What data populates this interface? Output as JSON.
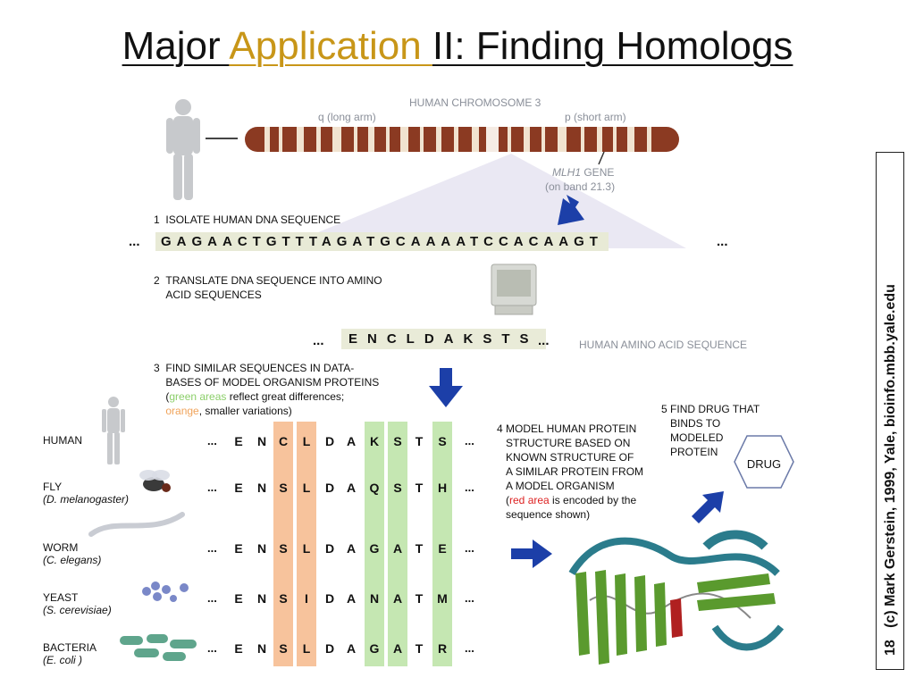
{
  "title": {
    "part1": "Major ",
    "part2": "Application ",
    "part3": "II: Finding Homologs"
  },
  "chromosome": {
    "label": "HUMAN CHROMOSOME 3",
    "q_arm": "q (long arm)",
    "p_arm": "p (short arm)",
    "gene_name": "MLH1",
    "gene_suffix": " GENE",
    "band": "(on band 21.3)"
  },
  "step1": {
    "num": "1",
    "text": "ISOLATE HUMAN DNA SEQUENCE"
  },
  "dna": {
    "left": "...",
    "sequence": "GAGAACTGTTTAGATGCAAAATCCACAAGT",
    "right": "..."
  },
  "step2": {
    "num": "2",
    "line1": "TRANSLATE DNA SEQUENCE INTO AMINO",
    "line2": "ACID SEQUENCES"
  },
  "amino": {
    "left": "...",
    "sequence": "ENCLDAKSTS",
    "right": "...",
    "label": "HUMAN AMINO ACID SEQUENCE"
  },
  "step3": {
    "num": "3",
    "line1": "FIND SIMILAR SEQUENCES IN DATA-",
    "line2": "BASES OF MODEL ORGANISM PROTEINS",
    "line3_open": "(",
    "green_word": "green areas",
    "line3_rest": " reflect great differences;",
    "orange_word": "orange",
    "line4_rest": ", smaller variations)"
  },
  "step4": {
    "num": "4",
    "line1": "MODEL HUMAN PROTEIN",
    "line2": "STRUCTURE BASED ON",
    "line3": "KNOWN STRUCTURE OF",
    "line4": "A SIMILAR PROTEIN FROM",
    "line5": "A MODEL ORGANISM",
    "red_open": "(",
    "red_word": "red area",
    "line6_rest": " is encoded by the",
    "line7": "sequence shown)"
  },
  "step5": {
    "num": "5",
    "line1": "FIND DRUG THAT",
    "line2": "BINDS TO",
    "line3": "MODELED",
    "line4": "PROTEIN",
    "drug": "DRUG"
  },
  "organisms": [
    {
      "name": "HUMAN",
      "species": "",
      "residues": [
        "E",
        "N",
        "C",
        "L",
        "D",
        "A",
        "K",
        "S",
        "T",
        "S"
      ]
    },
    {
      "name": "FLY",
      "species": "(D. melanogaster)",
      "residues": [
        "E",
        "N",
        "S",
        "L",
        "D",
        "A",
        "Q",
        "S",
        "T",
        "H"
      ]
    },
    {
      "name": "WORM",
      "species": "(C. elegans)",
      "residues": [
        "E",
        "N",
        "S",
        "L",
        "D",
        "A",
        "G",
        "A",
        "T",
        "E"
      ]
    },
    {
      "name": "YEAST",
      "species": "(S. cerevisiae)",
      "residues": [
        "E",
        "N",
        "S",
        "I",
        "D",
        "A",
        "N",
        "A",
        "T",
        "M"
      ]
    },
    {
      "name": "BACTERIA",
      "species": "(E. coli )",
      "residues": [
        "E",
        "N",
        "S",
        "L",
        "D",
        "A",
        "G",
        "A",
        "T",
        "R"
      ]
    }
  ],
  "ellipsis": "...",
  "side": {
    "number": "18",
    "credit": "(c) Mark Gerstein, 1999, Yale, bioinfo.mbb.yale.edu"
  },
  "colors": {
    "accent": "#c89618",
    "orange_col": "#f7c39c",
    "green_col": "#c5e7b2",
    "arrow": "#1c3fa8",
    "chromosome": "#8b3a22"
  }
}
